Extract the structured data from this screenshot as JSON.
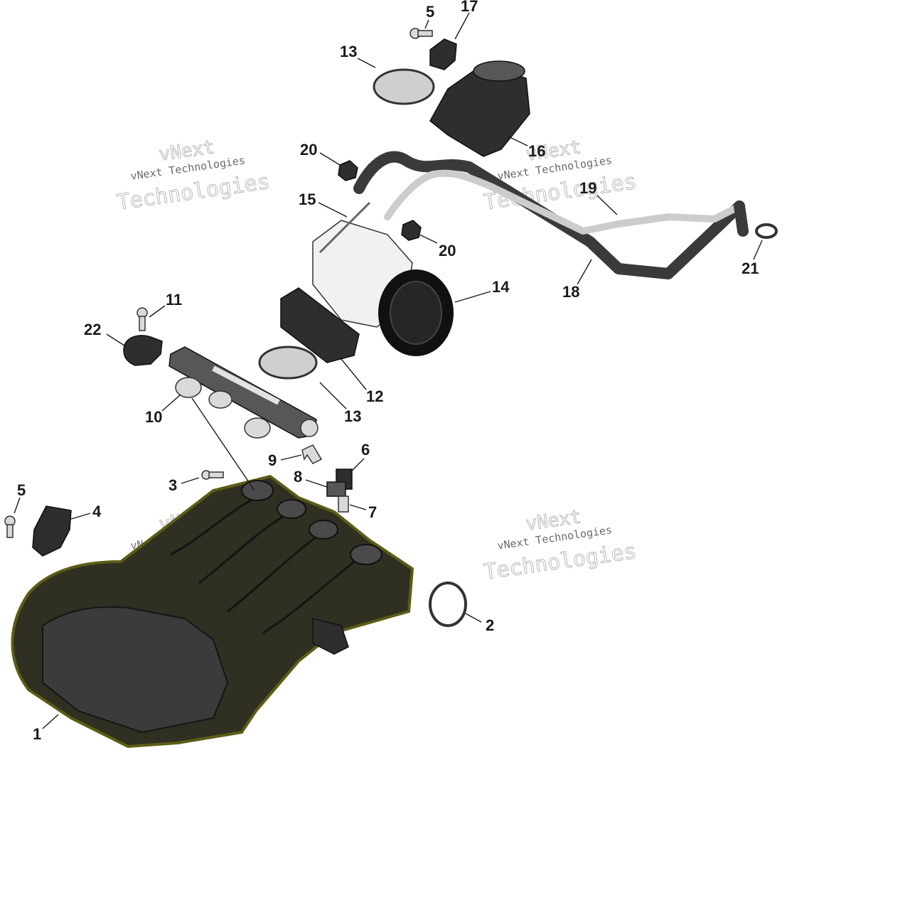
{
  "watermark": {
    "line1": "vNext",
    "line2": "vNext Technologies",
    "line3": "Technologies"
  },
  "callouts": [
    {
      "id": "c1",
      "label": "1"
    },
    {
      "id": "c2",
      "label": "2"
    },
    {
      "id": "c3",
      "label": "3"
    },
    {
      "id": "c4",
      "label": "4"
    },
    {
      "id": "c5a",
      "label": "5"
    },
    {
      "id": "c5b",
      "label": "5"
    },
    {
      "id": "c6",
      "label": "6"
    },
    {
      "id": "c7",
      "label": "7"
    },
    {
      "id": "c8",
      "label": "8"
    },
    {
      "id": "c9",
      "label": "9"
    },
    {
      "id": "c10",
      "label": "10"
    },
    {
      "id": "c11",
      "label": "11"
    },
    {
      "id": "c12",
      "label": "12"
    },
    {
      "id": "c13a",
      "label": "13"
    },
    {
      "id": "c13b",
      "label": "13"
    },
    {
      "id": "c14",
      "label": "14"
    },
    {
      "id": "c15",
      "label": "15"
    },
    {
      "id": "c16",
      "label": "16"
    },
    {
      "id": "c17",
      "label": "17"
    },
    {
      "id": "c18",
      "label": "18"
    },
    {
      "id": "c19",
      "label": "19"
    },
    {
      "id": "c20a",
      "label": "20"
    },
    {
      "id": "c20b",
      "label": "20"
    },
    {
      "id": "c21",
      "label": "21"
    },
    {
      "id": "c22",
      "label": "22"
    }
  ],
  "colors": {
    "manifold": "#2f2f22",
    "manifold_edge": "#5c5c16",
    "hose": "#3a3a3a",
    "line": "#1a1a1a"
  }
}
